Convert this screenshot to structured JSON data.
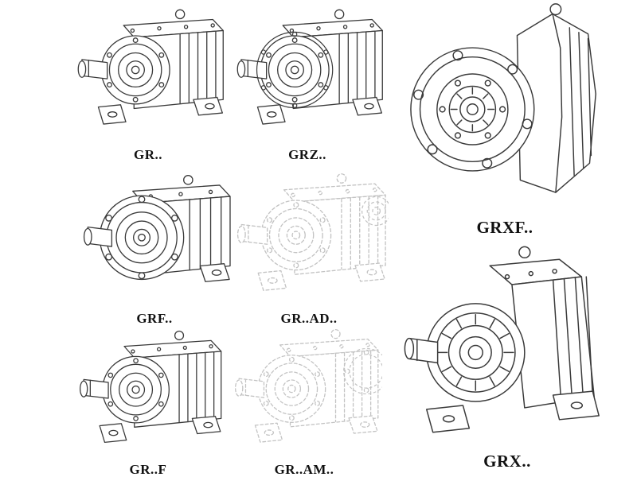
{
  "figures": [
    {
      "label": "GR.."
    },
    {
      "label": "GRZ.."
    },
    {
      "label": "GRXF.."
    },
    {
      "label": "GRF.."
    },
    {
      "label": "GR..AD.."
    },
    {
      "label": "GR..F"
    },
    {
      "label": "GR..AM.."
    },
    {
      "label": "GRX.."
    }
  ],
  "colors": {
    "line": "#3a3a3a",
    "ghost": "#c3c3c3",
    "background": "#ffffff",
    "label_text": "#111111"
  }
}
